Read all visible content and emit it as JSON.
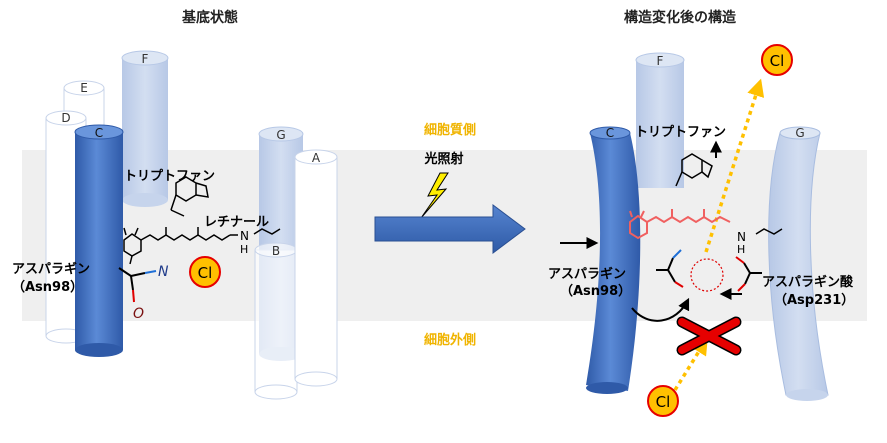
{
  "titles": {
    "left": "基底状態",
    "right": "構造変化後の構造"
  },
  "sides": {
    "cytoplasmic": "細胞質側",
    "extracellular": "細胞外側"
  },
  "arrow_label": "光照射",
  "helices": {
    "a": "A",
    "b": "B",
    "c": "C",
    "d": "D",
    "e": "E",
    "f": "F",
    "g": "G"
  },
  "left_labels": {
    "tryptophan": "トリプトファン",
    "retinal": "レチナール",
    "asparagine": "アスパラギン",
    "asn98": "（Asn98）",
    "n_atom": "N",
    "o_atom": "O",
    "imine_n": "N",
    "imine_h": "H",
    "chloride": "Cl"
  },
  "right_labels": {
    "tryptophan": "トリプトファン",
    "asparagine": "アスパラギン",
    "asn98": "（Asn98）",
    "aspartic_acid": "アスパラギン酸",
    "asp231": "（Asp231）",
    "imine_n": "N",
    "imine_h": "H",
    "chloride_top": "Cl",
    "chloride_bottom": "Cl"
  },
  "colors": {
    "membrane": "#efefef",
    "helix_dark": "#4472c4",
    "helix_light": "#c6d4ec",
    "side_label": "#f0b400",
    "chloride_fill": "#ffc000",
    "chloride_ring": "#e60000",
    "big_arrow": "#3d6ab8",
    "retinal_active": "#f06060"
  }
}
